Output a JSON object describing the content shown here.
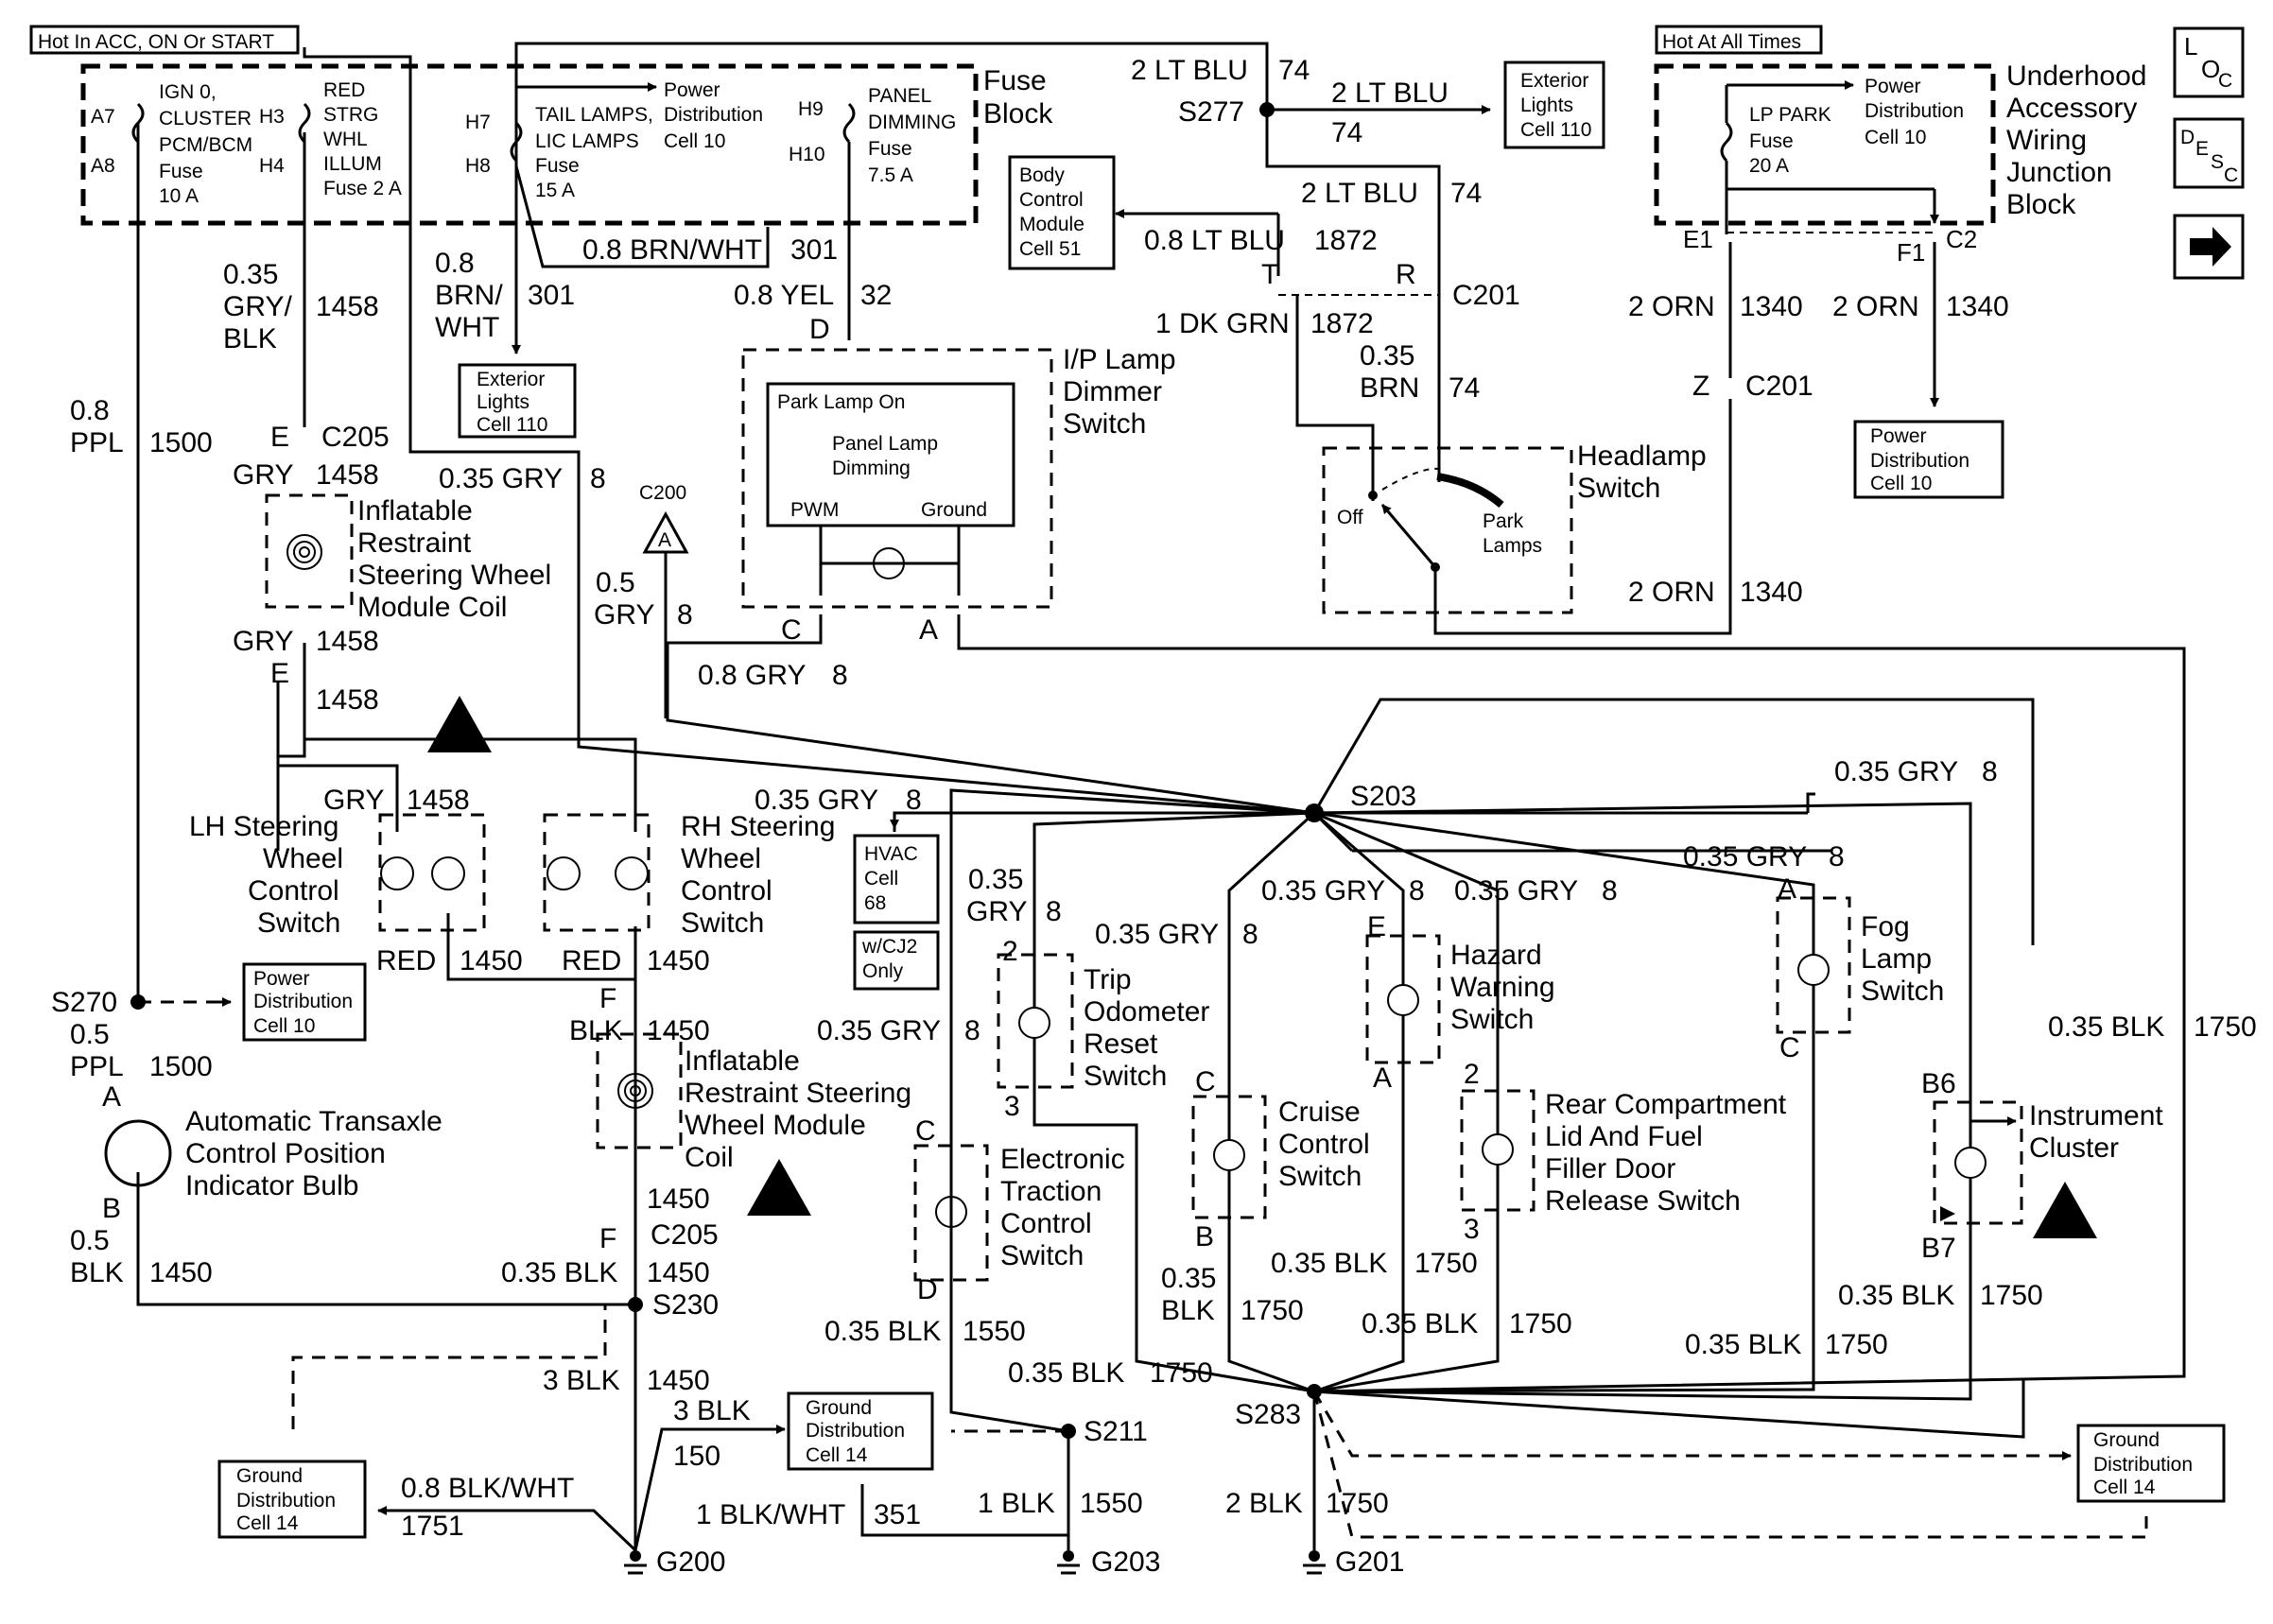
{
  "headers": {
    "hot_acc": "Hot In ACC, ON Or START",
    "hot_always": "Hot At All Times"
  },
  "nav": {
    "loc_l": "L",
    "loc_o": "O",
    "loc_c": "C",
    "desc_d": "D",
    "desc_e": "E",
    "desc_s": "S",
    "desc_c": "C",
    "arrow": "arrow-right-icon"
  },
  "fuse_block": {
    "title1": "Fuse",
    "title2": "Block",
    "a7": "A7",
    "a8": "A8",
    "h3": "H3",
    "h4": "H4",
    "h7": "H7",
    "h8": "H8",
    "h9": "H9",
    "h10": "H10",
    "f1_l1": "IGN 0,",
    "f1_l2": "CLUSTER",
    "f1_l3": "PCM/BCM",
    "f1_l4": "Fuse",
    "f1_l5": "10 A",
    "f2_l1": "RED",
    "f2_l2": "STRG",
    "f2_l3": "WHL",
    "f2_l4": "ILLUM",
    "f2_l5": "Fuse 2 A",
    "f3_l1": "TAIL LAMPS,",
    "f3_l2": "LIC LAMPS",
    "f3_l3": "Fuse",
    "f3_l4": "15 A",
    "f4_l1": "PANEL",
    "f4_l2": "DIMMING",
    "f4_l3": "Fuse",
    "f4_l4": "7.5 A",
    "pd1": "Power",
    "pd2": "Distribution",
    "pd3": "Cell 10"
  },
  "uajb": {
    "t1": "Underhood",
    "t2": "Accessory",
    "t3": "Wiring",
    "t4": "Junction",
    "t5": "Block",
    "f_l1": "LP PARK",
    "f_l2": "Fuse",
    "f_l3": "20 A",
    "pd1": "Power",
    "pd2": "Distribution",
    "pd3": "Cell 10",
    "e1": "E1",
    "c2": "C2",
    "f1": "F1"
  },
  "refs": {
    "ext1_l1": "Exterior",
    "ext1_l2": "Lights",
    "ext1_l3": "Cell 110",
    "ext2_l1": "Exterior",
    "ext2_l2": "Lights",
    "ext2_l3": "Cell 110",
    "bcm_l1": "Body",
    "bcm_l2": "Control",
    "bcm_l3": "Module",
    "bcm_l4": "Cell 51",
    "pdc_l1": "Power",
    "pdc_l2": "Distribution",
    "pdc_l3": "Cell 10",
    "pd270_l1": "Power",
    "pd270_l2": "Distribution",
    "pd270_l3": "Cell 10",
    "hvac_l1": "HVAC",
    "hvac_l2": "Cell",
    "hvac_l3": "68",
    "cj2_l1": "w/CJ2",
    "cj2_l2": "Only",
    "gd1_l1": "Ground",
    "gd1_l2": "Distribution",
    "gd1_l3": "Cell 14",
    "gd2_l1": "Ground",
    "gd2_l2": "Distribution",
    "gd2_l3": "Cell 14",
    "gd3_l1": "Ground",
    "gd3_l2": "Distribution",
    "gd3_l3": "Cell 14"
  },
  "components": {
    "dimmer_t1": "I/P Lamp",
    "dimmer_t2": "Dimmer",
    "dimmer_t3": "Switch",
    "park_lamp_on": "Park Lamp On",
    "panel_lamp": "Panel Lamp",
    "dimming": "Dimming",
    "pwm": "PWM",
    "ground": "Ground",
    "hl_t1": "Headlamp",
    "hl_t2": "Switch",
    "off": "Off",
    "park": "Park",
    "lamps": "Lamps",
    "irc_l1": "Inflatable",
    "irc_l2": "Restraint",
    "irc_l3": "Steering Wheel",
    "irc_l4": "Module Coil",
    "lh_l1": "LH Steering",
    "lh_l2": "Wheel",
    "lh_l3": "Control",
    "lh_l4": "Switch",
    "rh_l1": "RH Steering",
    "rh_l2": "Wheel",
    "rh_l3": "Control",
    "rh_l4": "Switch",
    "irc2_l1": "Inflatable",
    "irc2_l2": "Restraint Steering",
    "irc2_l3": "Wheel Module",
    "irc2_l4": "Coil",
    "atx_l1": "Automatic Transaxle",
    "atx_l2": "Control Position",
    "atx_l3": "Indicator Bulb",
    "trip_l1": "Trip",
    "trip_l2": "Odometer",
    "trip_l3": "Reset",
    "trip_l4": "Switch",
    "etc_l1": "Electronic",
    "etc_l2": "Traction",
    "etc_l3": "Control",
    "etc_l4": "Switch",
    "cruise_l1": "Cruise",
    "cruise_l2": "Control",
    "cruise_l3": "Switch",
    "haz_l1": "Hazard",
    "haz_l2": "Warning",
    "haz_l3": "Switch",
    "rear_l1": "Rear Compartment",
    "rear_l2": "Lid And Fuel",
    "rear_l3": "Filler Door",
    "rear_l4": "Release Switch",
    "fog_l1": "Fog",
    "fog_l2": "Lamp",
    "fog_l3": "Switch",
    "ic_l1": "Instrument",
    "ic_l2": "Cluster"
  },
  "splices": {
    "s277": "S277",
    "s203": "S203",
    "s270": "S270",
    "s230": "S230",
    "s211": "S211",
    "s283": "S283",
    "g200": "G200",
    "g203": "G203",
    "g201": "G201",
    "c205a": "C205",
    "c205b": "C205",
    "c201a": "C201",
    "c201b": "C201",
    "c200": "C200",
    "c200a": "A"
  },
  "wires": {
    "w2ltblu_a": "2 LT BLU",
    "n74_a": "74",
    "w2ltblu_b": "2 LT BLU",
    "n74_b": "74",
    "w2ltblu_c": "2 LT BLU",
    "n74_c": "74",
    "w08ltblu": "0.8 LT BLU",
    "n1872_a": "1872",
    "w1dkgrn": "1 DK GRN",
    "n1872_b": "1872",
    "w035brn_1": "0.35",
    "w035brn_2": "BRN",
    "n74_d": "74",
    "w2orn_a": "2 ORN",
    "n1340_a": "1340",
    "w2orn_b": "2 ORN",
    "n1340_b": "1340",
    "w2orn_c": "2 ORN",
    "n1340_c": "1340",
    "w08brnwht": "0.8 BRN/WHT",
    "n301_a": "301",
    "w08brn_1": "0.8",
    "w08brn_2": "BRN/",
    "w08brn_3": "WHT",
    "n301_b": "301",
    "w08yel": "0.8 YEL",
    "n32": "32",
    "w035gryblk_1": "0.35",
    "w035gryblk_2": "GRY/",
    "w035gryblk_3": "BLK",
    "n1458_a": "1458",
    "w08ppl_1": "0.8",
    "w08ppl_2": "PPL",
    "n1500_a": "1500",
    "gry1458_a": "GRY",
    "n1458_b": "1458",
    "w035gry_a": "0.35 GRY",
    "n8_a": "8",
    "gry1458_c": "GRY",
    "n1458_c": "1458",
    "n1458_d": "1458",
    "w05gry_1": "0.5",
    "w05gry_2": "GRY",
    "n8_b": "8",
    "w08gry": "0.8 GRY",
    "n8_c": "8",
    "gry1458_e": "GRY",
    "n1458_e": "1458",
    "w035gry_hvac": "0.35 GRY",
    "n8_hvac": "8",
    "red_a": "RED",
    "n1450_a": "1450",
    "red_b": "RED",
    "n1450_b": "1450",
    "blk_f": "BLK",
    "n1450_c": "1450",
    "w05ppl_1": "0.5",
    "w05ppl_2": "PPL",
    "n1500_b": "1500",
    "n1450_d": "1450",
    "w05blk_1": "0.5",
    "w05blk_2": "BLK",
    "n1450_e": "1450",
    "w035blk_s230": "0.35 BLK",
    "n1450_f": "1450",
    "w3blk_a": "3 BLK",
    "n1450_g": "1450",
    "w3blk_b": "3 BLK",
    "n150": "150",
    "w08blkwht": "0.8 BLK/WHT",
    "n1751": "1751",
    "w1blkwht": "1 BLK/WHT",
    "n351": "351",
    "w1blk": "1 BLK",
    "n1550_a": "1550",
    "w035blk_etc": "0.35 BLK",
    "n1550_b": "1550",
    "w035blk_c1": "0.35 BLK",
    "n1750_c1": "1750",
    "w035gry_trip_1": "0.35",
    "w035gry_trip_2": "GRY",
    "n8_trip": "8",
    "w035gry_etc": "0.35 GRY",
    "n8_etc": "8",
    "w035gry_cruise": "0.35 GRY",
    "n8_cruise": "8",
    "w035gry_haz": "0.35 GRY",
    "n8_haz": "8",
    "w035gry_rear": "0.35 GRY",
    "n8_rear": "8",
    "w035gry_fog": "0.35 GRY",
    "n8_fog": "8",
    "w035gry_ic": "0.35 GRY",
    "n8_ic": "8",
    "w035blk_cr_1": "0.35",
    "w035blk_cr_2": "BLK",
    "n1750_cr": "1750",
    "w035blk_haz": "0.35 BLK",
    "n1750_haz": "1750",
    "w035blk_rear": "0.35 BLK",
    "n1750_rear": "1750",
    "w035blk_fog": "0.35 BLK",
    "n1750_fog": "1750",
    "w035blk_ic": "0.35 BLK",
    "n1750_ic": "1750",
    "w035blk_far": "0.35 BLK",
    "n1750_far": "1750",
    "w2blk": "2 BLK",
    "n1750_g201": "1750"
  },
  "pins": {
    "t": "T",
    "r": "R",
    "d": "D",
    "e_c205": "E",
    "e2": "E",
    "c_dim": "C",
    "a_dim": "A",
    "z": "Z",
    "f_c205": "F",
    "f2": "F",
    "a_atx": "A",
    "b_atx": "B",
    "p2_trip": "2",
    "p3_trip": "3",
    "c_etc": "C",
    "d_etc": "D",
    "c_cr": "C",
    "b_cr": "B",
    "e_haz": "E",
    "a_haz": "A",
    "p2_rear": "2",
    "p3_rear": "3",
    "a_fog": "A",
    "c_fog": "C",
    "b6": "B6",
    "b7": "B7"
  }
}
